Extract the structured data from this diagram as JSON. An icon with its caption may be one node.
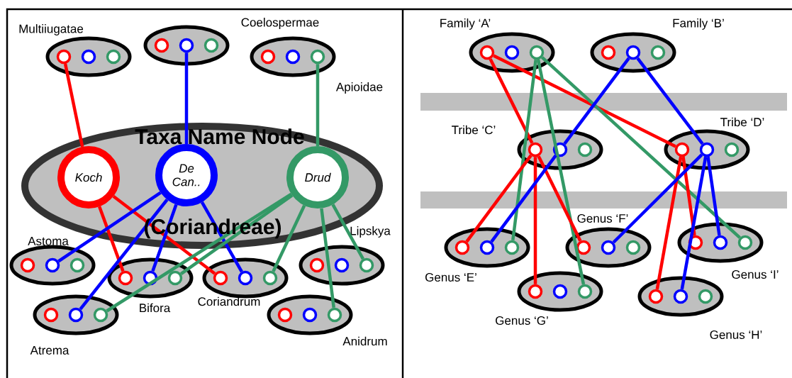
{
  "diagram": {
    "nodes": [
      {
        "text": [
          "Multiiugatae"
        ]
      },
      {
        "text": [],
        "shape": "circle",
        "in": 0
      },
      {
        "text": [],
        "shape": "circle",
        "in": 0
      },
      {
        "text": [],
        "shape": "circle",
        "in": 0
      },
      {
        "text": [
          "Coelospermae"
        ]
      },
      {
        "text": [],
        "shape": "circle",
        "in": 4
      },
      {
        "text": [],
        "shape": "circle",
        "in": 4
      },
      {
        "text": [],
        "shape": "circle",
        "in": 4
      },
      {
        "text": [
          "Apioidae"
        ]
      },
      {
        "text": [],
        "shape": "circle",
        "in": 8
      },
      {
        "text": [],
        "shape": "circle",
        "in": 8
      },
      {
        "text": [],
        "shape": "circle",
        "in": 8
      },
      {
        "text": [
          "Taxa Name Node",
          "(Coriandreae)"
        ]
      },
      {
        "text": [
          "Koch"
        ],
        "in": 12
      },
      {
        "text": [
          "De Can.."
        ],
        "in": 12
      },
      {
        "text": [
          "Drud"
        ],
        "in": 12
      },
      {
        "text": [
          "Astoma"
        ]
      },
      {
        "text": [],
        "shape": "circle",
        "in": 16
      },
      {
        "text": [],
        "shape": "circle",
        "in": 16
      },
      {
        "text": [],
        "shape": "circle",
        "in": 16
      },
      {
        "text": [
          "Lipskya"
        ]
      },
      {
        "text": [],
        "shape": "circle",
        "in": 20
      },
      {
        "text": [],
        "shape": "circle",
        "in": 20
      },
      {
        "text": [],
        "shape": "circle",
        "in": 20
      },
      {
        "text": [
          "Bifora"
        ]
      },
      {
        "text": [],
        "shape": "circle",
        "in": 24
      },
      {
        "text": [],
        "shape": "circle",
        "in": 24
      },
      {
        "text": [],
        "shape": "circle",
        "in": 24
      },
      {
        "text": [
          "Coriandrum"
        ]
      },
      {
        "text": [],
        "shape": "circle",
        "in": 28
      },
      {
        "text": [],
        "shape": "circle",
        "in": 28
      },
      {
        "text": [],
        "shape": "circle",
        "in": 28
      },
      {
        "text": [
          "Atrema"
        ]
      },
      {
        "text": [],
        "shape": "circle",
        "in": 32
      },
      {
        "text": [],
        "shape": "circle",
        "in": 32
      },
      {
        "text": [],
        "shape": "circle",
        "in": 32
      },
      {
        "text": [
          "Anidrum"
        ]
      },
      {
        "text": [],
        "shape": "circle",
        "in": 36
      },
      {
        "text": [],
        "shape": "circle",
        "in": 36
      },
      {
        "text": [],
        "shape": "circle",
        "in": 36
      },
      {
        "text": [
          "Family ‘A’"
        ]
      },
      {
        "text": [],
        "shape": "circle",
        "in": 40
      },
      {
        "text": [],
        "shape": "circle",
        "in": 40
      },
      {
        "text": [],
        "shape": "circle",
        "in": 40
      },
      {
        "text": [
          "Family ‘B’"
        ]
      },
      {
        "text": [],
        "shape": "circle",
        "in": 44
      },
      {
        "text": [],
        "shape": "circle",
        "in": 44
      },
      {
        "text": [],
        "shape": "circle",
        "in": 44
      },
      {
        "text": [
          "Tribe ‘C’"
        ]
      },
      {
        "text": [],
        "shape": "circle",
        "in": 48
      },
      {
        "text": [],
        "shape": "circle",
        "in": 48
      },
      {
        "text": [],
        "shape": "circle",
        "in": 48
      },
      {
        "text": [
          "Tribe ‘D’"
        ]
      },
      {
        "text": [],
        "shape": "circle",
        "in": 52
      },
      {
        "text": [],
        "shape": "circle",
        "in": 52
      },
      {
        "text": [],
        "shape": "circle",
        "in": 52
      },
      {
        "text": [
          "Genus ‘E’"
        ]
      },
      {
        "text": [],
        "shape": "circle",
        "in": 56
      },
      {
        "text": [],
        "shape": "circle",
        "in": 56
      },
      {
        "text": [],
        "shape": "circle",
        "in": 56
      },
      {
        "text": [
          "Genus ‘F’"
        ]
      },
      {
        "text": [],
        "shape": "circle",
        "in": 60
      },
      {
        "text": [],
        "shape": "circle",
        "in": 60
      },
      {
        "text": [],
        "shape": "circle",
        "in": 60
      },
      {
        "text": [
          "Genus ‘I’"
        ]
      },
      {
        "text": [],
        "shape": "circle",
        "in": 64
      },
      {
        "text": [],
        "shape": "circle",
        "in": 64
      },
      {
        "text": [],
        "shape": "circle",
        "in": 64
      },
      {
        "text": [
          "Genus ‘G’"
        ]
      },
      {
        "text": [],
        "shape": "circle",
        "in": 68
      },
      {
        "text": [],
        "shape": "circle",
        "in": 68
      },
      {
        "text": [],
        "shape": "circle",
        "in": 68
      },
      {
        "text": [
          "Genus ‘H’"
        ]
      },
      {
        "text": [],
        "shape": "circle",
        "in": 72
      },
      {
        "text": [],
        "shape": "circle",
        "in": 72
      },
      {
        "text": [],
        "shape": "circle",
        "in": 72
      }
    ],
    "edges": [
      {
        "from": 1,
        "to": 13,
        "arrow": "none",
        "color": "#ff0000"
      },
      {
        "from": 6,
        "to": 14,
        "arrow": "none",
        "color": "#0000ff"
      },
      {
        "from": 11,
        "to": 15,
        "arrow": "none",
        "color": "#339966"
      },
      {
        "from": 13,
        "to": 25,
        "arrow": "none",
        "color": "#ff0000"
      },
      {
        "from": 13,
        "to": 29,
        "arrow": "none",
        "color": "#ff0000"
      },
      {
        "from": 14,
        "to": 18,
        "arrow": "none",
        "color": "#0000ff"
      },
      {
        "from": 14,
        "to": 34,
        "arrow": "none",
        "color": "#0000ff"
      },
      {
        "from": 14,
        "to": 26,
        "arrow": "none",
        "color": "#0000ff"
      },
      {
        "from": 14,
        "to": 30,
        "arrow": "none",
        "color": "#0000ff"
      },
      {
        "from": 15,
        "to": 35,
        "arrow": "none",
        "color": "#339966"
      },
      {
        "from": 15,
        "to": 27,
        "arrow": "none",
        "color": "#339966"
      },
      {
        "from": 15,
        "to": 31,
        "arrow": "none",
        "color": "#339966"
      },
      {
        "from": 15,
        "to": 39,
        "arrow": "none",
        "color": "#339966"
      },
      {
        "from": 15,
        "to": 23,
        "arrow": "none",
        "color": "#339966"
      },
      {
        "from": 41,
        "to": 49,
        "arrow": "none",
        "color": "#ff0000"
      },
      {
        "from": 41,
        "to": 53,
        "arrow": "none",
        "color": "#ff0000"
      },
      {
        "from": 43,
        "to": 59,
        "arrow": "none",
        "color": "#339966"
      },
      {
        "from": 43,
        "to": 71,
        "arrow": "none",
        "color": "#339966"
      },
      {
        "from": 43,
        "to": 67,
        "arrow": "none",
        "color": "#339966"
      },
      {
        "from": 46,
        "to": 50,
        "arrow": "none",
        "color": "#0000ff"
      },
      {
        "from": 46,
        "to": 54,
        "arrow": "none",
        "color": "#0000ff"
      },
      {
        "from": 49,
        "to": 57,
        "arrow": "none",
        "color": "#ff0000"
      },
      {
        "from": 49,
        "to": 69,
        "arrow": "none",
        "color": "#ff0000"
      },
      {
        "from": 49,
        "to": 61,
        "arrow": "none",
        "color": "#ff0000"
      },
      {
        "from": 50,
        "to": 58,
        "arrow": "none",
        "color": "#0000ff"
      },
      {
        "from": 53,
        "to": 73,
        "arrow": "none",
        "color": "#ff0000"
      },
      {
        "from": 53,
        "to": 65,
        "arrow": "none",
        "color": "#ff0000"
      },
      {
        "from": 54,
        "to": 62,
        "arrow": "none",
        "color": "#0000ff"
      },
      {
        "from": 54,
        "to": 74,
        "arrow": "none",
        "color": "#0000ff"
      },
      {
        "from": 54,
        "to": 66,
        "arrow": "none",
        "color": "#0000ff"
      }
    ]
  }
}
